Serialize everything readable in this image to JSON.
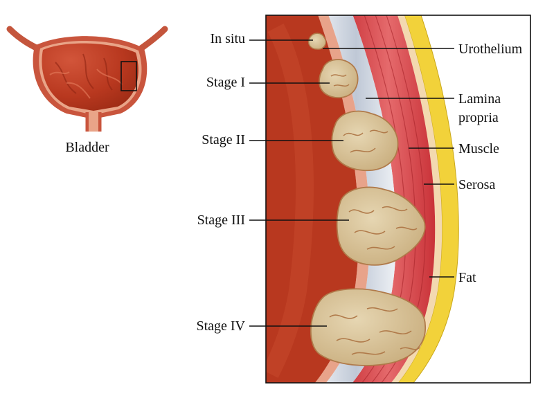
{
  "overview": {
    "label": "Bladder"
  },
  "stage_labels": [
    {
      "id": "in-situ",
      "text": "In situ"
    },
    {
      "id": "stage-1",
      "text": "Stage I"
    },
    {
      "id": "stage-2",
      "text": "Stage II"
    },
    {
      "id": "stage-3",
      "text": "Stage III"
    },
    {
      "id": "stage-4",
      "text": "Stage IV"
    }
  ],
  "layer_labels": {
    "urothelium": "Urothelium",
    "lamina_line1": "Lamina",
    "lamina_line2": "propria",
    "muscle": "Muscle",
    "serosa": "Serosa",
    "fat": "Fat"
  },
  "colors": {
    "lumen": "#b8381f",
    "urothelium": "#e8a38a",
    "lamina": "#d7dde6",
    "muscle": "#d9454a",
    "serosa": "#f3d9b0",
    "fat": "#f2d23a",
    "tumor": "#d8c49a",
    "tumor_edge": "#b07a4a"
  }
}
